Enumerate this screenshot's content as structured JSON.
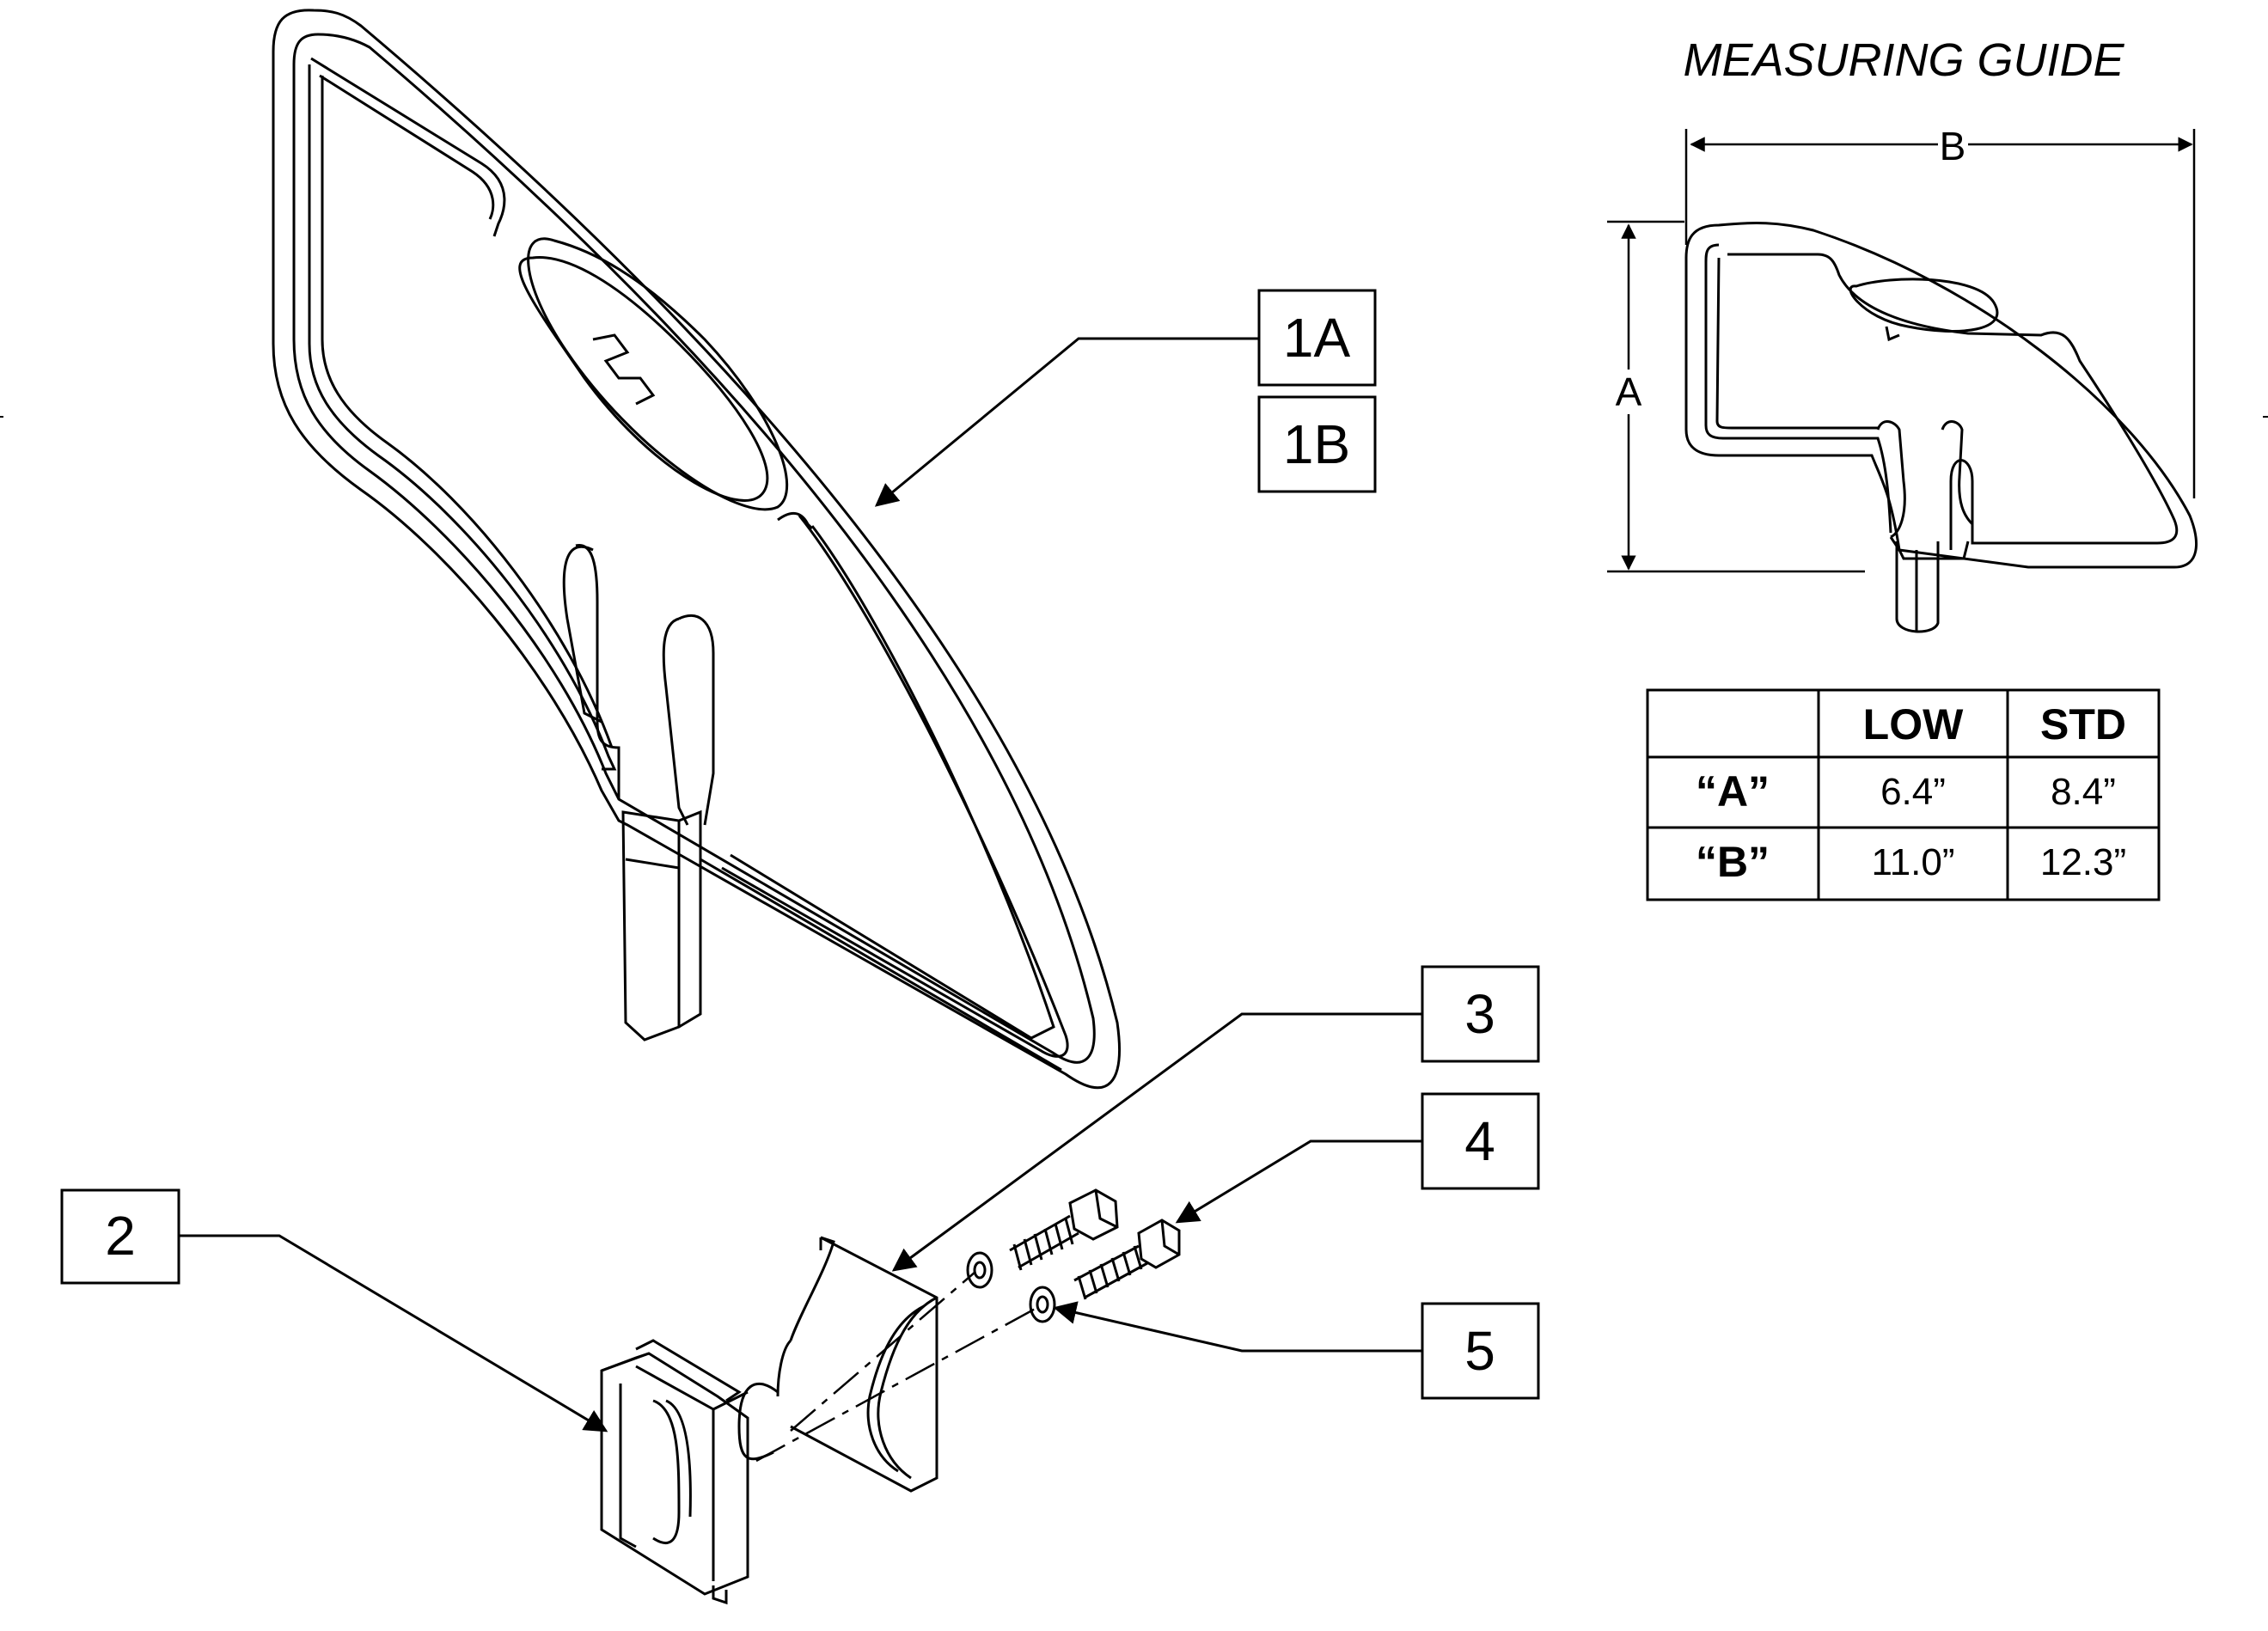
{
  "diagram": {
    "callouts": [
      {
        "id": "1A",
        "label": "1A"
      },
      {
        "id": "1B",
        "label": "1B"
      },
      {
        "id": "2",
        "label": "2"
      },
      {
        "id": "3",
        "label": "3"
      },
      {
        "id": "4",
        "label": "4"
      },
      {
        "id": "5",
        "label": "5"
      }
    ],
    "measuring_guide": {
      "title": "MEASURING GUIDE",
      "dim_a": "A",
      "dim_b": "B"
    },
    "table": {
      "headers": [
        "",
        "LOW",
        "STD"
      ],
      "rows": [
        {
          "label": "“A”",
          "low": "6.4”",
          "std": "8.4”"
        },
        {
          "label": "“B”",
          "low": "11.0”",
          "std": "12.3”"
        }
      ]
    }
  }
}
